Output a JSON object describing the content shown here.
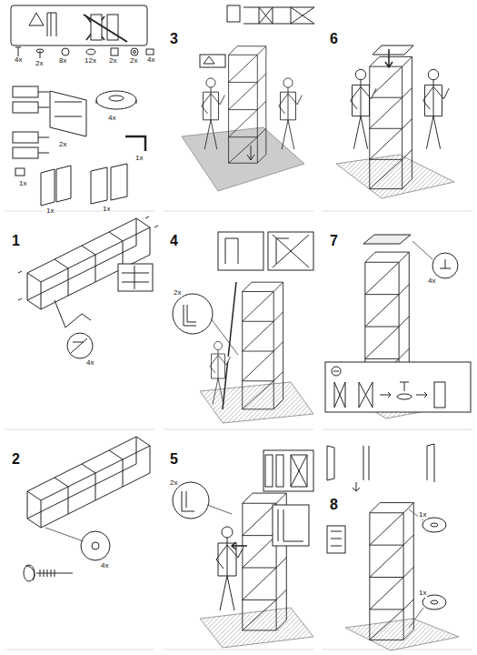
{
  "diagram": {
    "labels": [
      "4x",
      "2x",
      "8x",
      "12x",
      "2x",
      "2x",
      "4x",
      "4x",
      "2x",
      "1x",
      "1x",
      "1x",
      "1x",
      "3",
      "6",
      "1",
      "4x",
      "4",
      "2x",
      "7",
      "4x",
      "2",
      "4x",
      "5",
      "2x",
      "8",
      "1x",
      "1x"
    ]
  }
}
